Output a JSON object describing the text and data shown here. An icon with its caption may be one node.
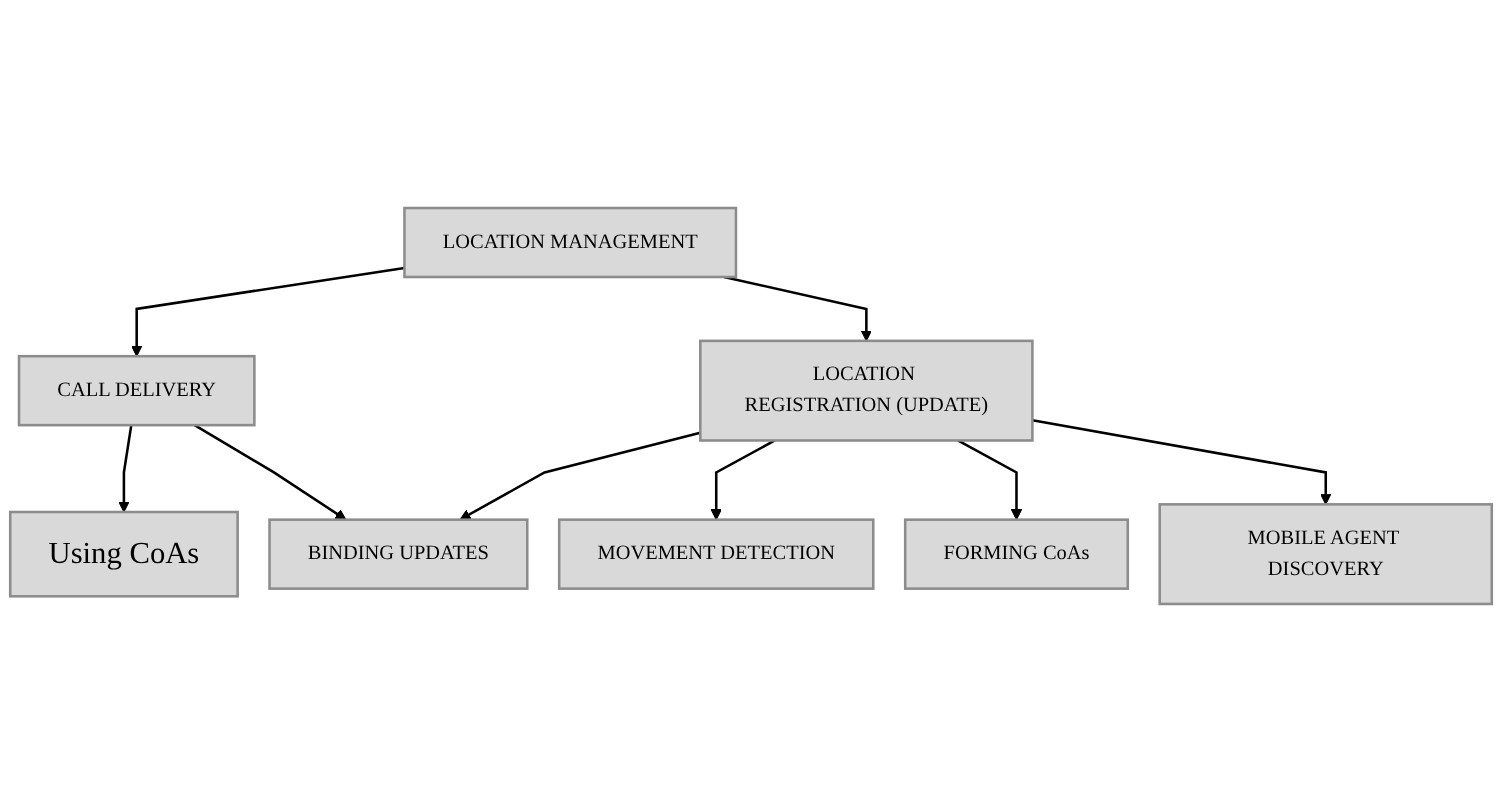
{
  "diagram": {
    "nodes": [
      {
        "text": [
          "LOCATION MANAGEMENT"
        ]
      },
      {
        "text": [
          "CALL DELIVERY"
        ]
      },
      {
        "text": [
          "LOCATION REGISTRATION (UPDATE)"
        ]
      },
      {
        "text": [
          "Using CoAs"
        ]
      },
      {
        "text": [
          "BINDING UPDATES"
        ]
      },
      {
        "text": [
          "MOVEMENT DETECTION"
        ]
      },
      {
        "text": [
          "FORMING CoAs"
        ]
      },
      {
        "text": [
          "MOBILE AGENT DISCOVERY"
        ]
      }
    ],
    "edges": [
      {
        "from": 0,
        "to": 1,
        "arrow": "to"
      },
      {
        "from": 0,
        "to": 2,
        "arrow": "to"
      },
      {
        "from": 1,
        "to": 3,
        "arrow": "to"
      },
      {
        "from": 1,
        "to": 4,
        "arrow": "to"
      },
      {
        "from": 2,
        "to": 4,
        "arrow": "to"
      },
      {
        "from": 2,
        "to": 5,
        "arrow": "to"
      },
      {
        "from": 2,
        "to": 6,
        "arrow": "to"
      },
      {
        "from": 2,
        "to": 7,
        "arrow": "to"
      }
    ]
  }
}
